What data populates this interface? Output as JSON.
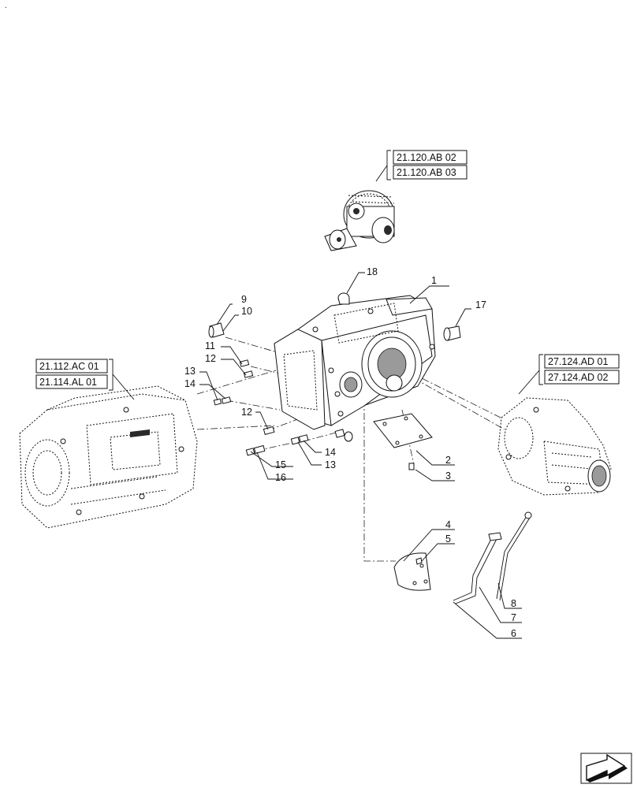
{
  "corner_mark": ".",
  "reference_boxes": {
    "top": [
      "21.120.AB 02",
      "21.120.AB 03"
    ],
    "left": [
      "21.112.AC 01",
      "21.114.AL 01"
    ],
    "right": [
      "27.124.AD 01",
      "27.124.AD 02"
    ]
  },
  "callouts": {
    "n1": "1",
    "n2": "2",
    "n3": "3",
    "n4": "4",
    "n5": "5",
    "n6": "6",
    "n7": "7",
    "n8": "8",
    "n9": "9",
    "n10": "10",
    "n11": "11",
    "n12a": "12",
    "n12b": "12",
    "n13a": "13",
    "n13b": "13",
    "n14a": "14",
    "n14b": "14",
    "n15": "15",
    "n16": "16",
    "n17": "17",
    "n18": "18"
  },
  "icons": {
    "nav_arrow": "arrow-icon"
  }
}
